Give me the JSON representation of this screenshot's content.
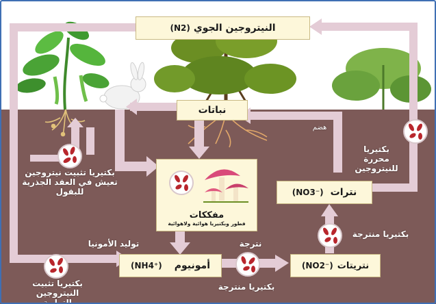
{
  "nodes": {
    "atmospheric_nitrogen": {
      "label": "النيتروجين الجوي",
      "formula": "(N2)"
    },
    "plants": {
      "label": "نباتات"
    },
    "decomposers": {
      "label": "مفككات",
      "sub": "فطور وبكتيريا هوائية ولاهوائية"
    },
    "nitrates": {
      "label": "نترات",
      "formula": "(NO3⁻)"
    },
    "nitrites": {
      "label": "نتريتات",
      "formula": "(NO2⁻)"
    },
    "ammonium": {
      "label": "أمونيوم",
      "formula": "(NH4⁺)"
    }
  },
  "labels": {
    "root_nodule_bacteria": "بكتيريا تثبيت نيتروجين تعيش في العقد الجذرية للبقول",
    "soil_fixing_bacteria": "بكتيريا تثبيت النيتروجين الترابية",
    "ammonification": "توليد الأمونيا",
    "nitrification_1": "نترجة",
    "nitrifying_bacteria_bottom": "بكتيريا منترجة",
    "nitrifying_bacteria_right": "بكتيريا منترجة",
    "denitrifying_bacteria": "بكتيريا محررة للنيتروجين",
    "assimilation": "هضم"
  },
  "colors": {
    "soil": "#7d5a58",
    "arrow": "#e4ccd6",
    "box_fill": "#fdf7da",
    "frame": "#3f6fb4",
    "bacteria": "#b8262c",
    "label_text": "#ffffff"
  }
}
